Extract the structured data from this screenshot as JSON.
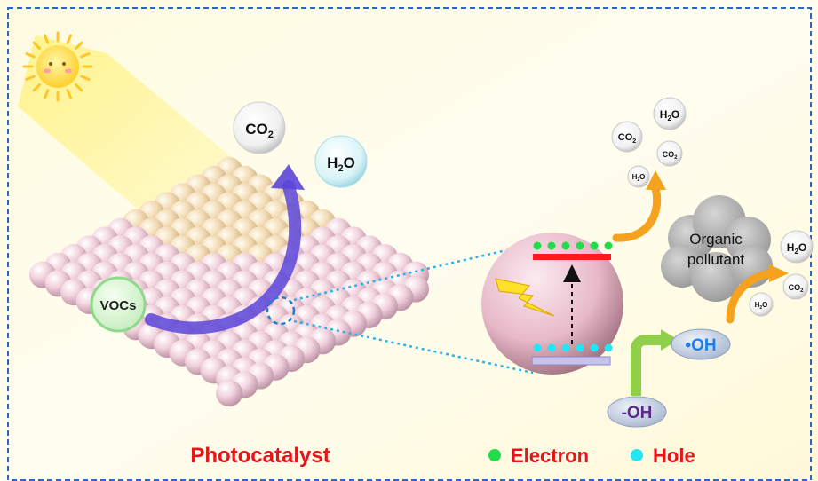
{
  "colors": {
    "title": "#e8141b",
    "electron": "#22dd4a",
    "hole": "#22e6f2",
    "border": "#2a66c8",
    "vb_bar": "#b9b3e6",
    "cb_bar": "#ff1a1a",
    "cycle_arrow": "#5a45d8",
    "oh_arrow": "#8fcf4a",
    "product_arrow": "#f5a21e"
  },
  "icons": {
    "sun": "sun-icon",
    "lightning": "lightning-bolt-icon",
    "cloud": "cloud-icon"
  },
  "labels": {
    "photocatalyst": "Photocatalyst",
    "vocs": "VOCs",
    "pollutant_line1": "Organic",
    "pollutant_line2": "pollutant",
    "hydroxyl_radical": "•OH",
    "hydroxyl_ion": "-OH",
    "legend_electron": "Electron",
    "legend_hole": "Hole"
  },
  "molecules": {
    "main_co2": {
      "base": "CO",
      "sub": "2"
    },
    "main_h2o": {
      "base": "H",
      "sub": "2",
      "tail": "O"
    },
    "top_h2o": {
      "base": "H",
      "sub": "2",
      "tail": "O"
    },
    "top_co2_a": {
      "base": "CO",
      "sub": "2"
    },
    "top_co2_b": {
      "base": "CO",
      "sub": "2"
    },
    "top_h2o_small": {
      "base": "H",
      "sub": "2",
      "tail": "O"
    },
    "right_h2o": {
      "base": "H",
      "sub": "2",
      "tail": "O"
    },
    "right_co2": {
      "base": "CO",
      "sub": "2"
    },
    "right_h2o_small": {
      "base": "H",
      "sub": "2",
      "tail": "O"
    }
  }
}
